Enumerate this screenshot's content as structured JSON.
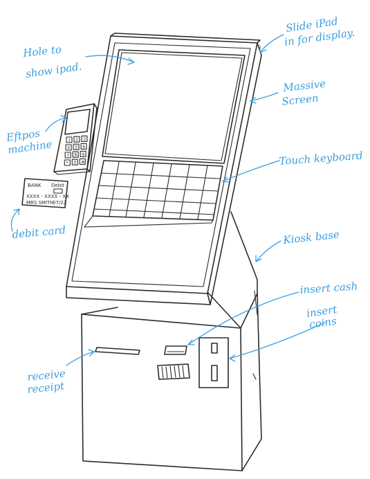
{
  "annotations": {
    "hole_line1": "Hole to",
    "hole_line2": "show ipad.",
    "slide_line1": "Slide iPad",
    "slide_line2": "in for display.",
    "massive_line1": "Massive",
    "massive_line2": "Screen",
    "eftpos_line1": "Eftpos",
    "eftpos_line2": "machine",
    "touch_keyboard": "Touch keyboard",
    "debit_card": "debit card",
    "kiosk_base": "Kiosk base",
    "insert_cash": "insert cash",
    "insert_coins_line1": "insert",
    "insert_coins_line2": "coins",
    "receive_line1": "receive",
    "receive_line2": "receipt"
  },
  "debit_card_text": {
    "bank": "BANK",
    "type": "Debit",
    "number": "XXXX - XXXX - XX",
    "name": "MRS SMITH",
    "expiry": "07/22"
  },
  "keypad_keys": [
    "1",
    "2",
    "3",
    "4",
    "5",
    "6",
    "7",
    "8",
    "9",
    "*",
    "0",
    "#"
  ],
  "colors": {
    "ink": "#2b2b2b",
    "annotation": "#3a9ee0"
  }
}
